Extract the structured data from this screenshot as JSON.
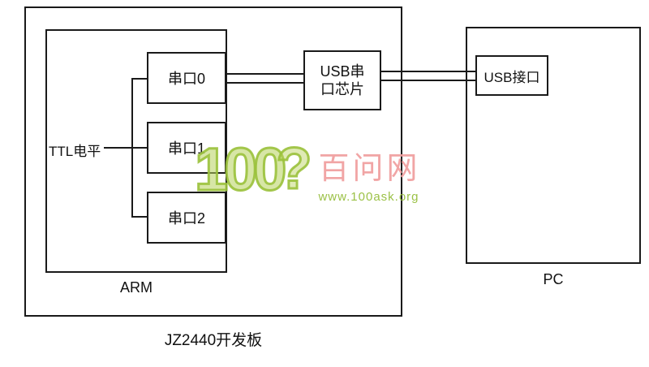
{
  "diagram": {
    "board": {
      "label": "JZ2440开发板"
    },
    "arm": {
      "label": "ARM",
      "ttl_label": "TTL电平",
      "serial_ports": [
        {
          "label": "串口0"
        },
        {
          "label": "串口1"
        },
        {
          "label": "串口2"
        }
      ]
    },
    "usb_chip": {
      "line1": "USB串",
      "line2": "口芯片"
    },
    "pc": {
      "label": "PC",
      "usb_port": {
        "label": "USB接口"
      }
    }
  },
  "watermark": {
    "logo": "100",
    "question_mark": "?",
    "brand": "百问网",
    "url": "www.100ask.org"
  },
  "colors": {
    "line": "#1a1a1a",
    "watermark_green": "#9ac13b",
    "watermark_pink": "#f0a0a0"
  }
}
